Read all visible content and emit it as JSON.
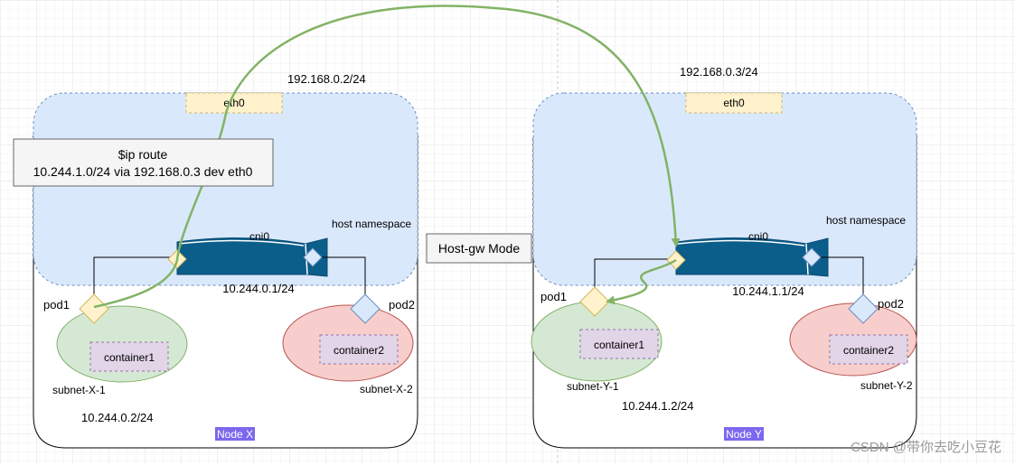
{
  "diagram": {
    "mode_label": "Host-gw Mode",
    "route_box": {
      "line1": "$ip route",
      "line2": "10.244.1.0/24 via 192.168.0.3 dev eth0"
    },
    "watermark": "CSDN @带你去吃小豆花",
    "colors": {
      "host_fill": "#dae8fc",
      "host_stroke": "#6c8ebf",
      "eth_fill": "#fff2cc",
      "eth_stroke": "#d6b656",
      "bridge_fill": "#0b5d8a",
      "pod_green_fill": "#d5e8d4",
      "pod_green_stroke": "#82b366",
      "pod_red_fill": "#f8cecc",
      "pod_red_stroke": "#b85450",
      "container_fill": "#e1d5e7",
      "container_stroke": "#9673a6",
      "route_line": "#82b366",
      "node_badge": "#7b68ee"
    },
    "node_x": {
      "badge": "Node X",
      "host_ip": "192.168.0.2/24",
      "eth": "eth0",
      "namespace_label": "host namespace",
      "bridge": "cni0",
      "bridge_ip": "10.244.0.1/24",
      "pod1": "pod1",
      "pod2": "pod2",
      "container1": "container1",
      "container2": "container2",
      "subnet1": "subnet-X-1",
      "subnet2": "subnet-X-2",
      "pod1_ip": "10.244.0.2/24"
    },
    "node_y": {
      "badge": "Node Y",
      "host_ip": "192.168.0.3/24",
      "eth": "eth0",
      "namespace_label": "host namespace",
      "bridge": "cni0",
      "bridge_ip": "10.244.1.1/24",
      "pod1": "pod1",
      "pod2": "pod2",
      "container1": "container1",
      "container2": "container2",
      "subnet1": "subnet-Y-1",
      "subnet2": "subnet-Y-2",
      "pod1_ip": "10.244.1.2/24"
    }
  }
}
